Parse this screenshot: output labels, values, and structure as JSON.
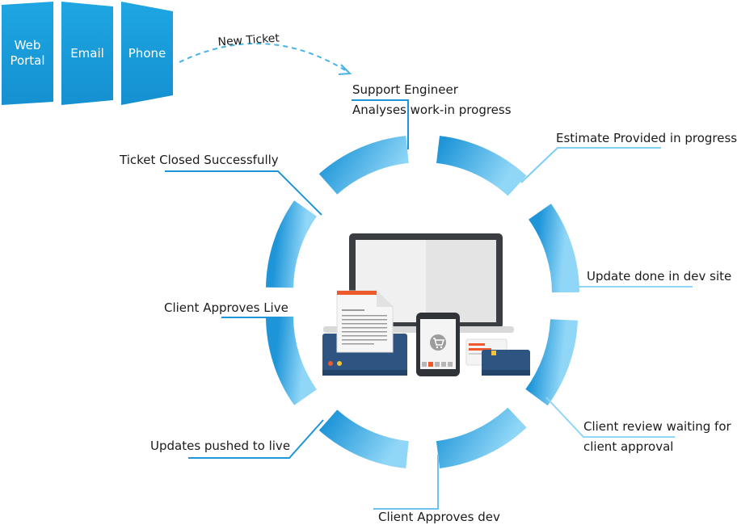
{
  "channels": [
    {
      "line1": "Web",
      "line2": "Portal"
    },
    {
      "line1": "Email",
      "line2": ""
    },
    {
      "line1": "Phone",
      "line2": ""
    }
  ],
  "arrow_label": "New Ticket",
  "stages": {
    "support_engineer": {
      "line1": "Support Engineer",
      "line2": "Analyses work-in progress"
    },
    "estimate": "Estimate Provided in progress",
    "update_dev": "Update done in dev site",
    "client_review": {
      "line1": "Client review waiting for",
      "line2": "client approval"
    },
    "client_approves_dev": "Client Approves dev",
    "updates_live": "Updates pushed to live",
    "client_approves_live": "Client Approves Live",
    "ticket_closed": "Ticket Closed Successfully"
  },
  "colors": {
    "channel": "#1a9fdc",
    "ring_dark": "#1e95d8",
    "ring_light": "#8fd6f7",
    "monitor": "#3a3d42",
    "screen": "#f2f2f2",
    "navy": "#2e5482",
    "orange": "#ef5a2d"
  },
  "icons": {
    "center": "computer-devices-illustration"
  }
}
